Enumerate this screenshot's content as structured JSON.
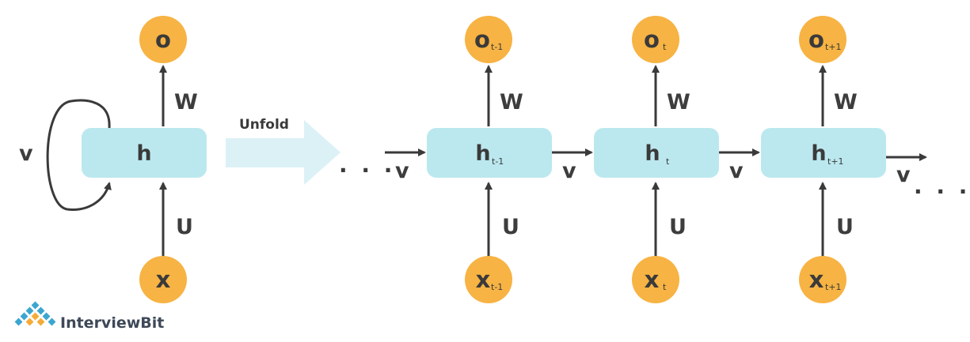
{
  "colors": {
    "output_circle": "#f7b343",
    "input_circle": "#f7b343",
    "hidden_box": "#bbe8ef",
    "arrow": "#3a3a3a",
    "unfold_arrow": "#dcf1f6",
    "logo_blue": "#3ba6cf",
    "logo_orange": "#f5ab37"
  },
  "folded": {
    "output": "o",
    "hidden": "h",
    "input": "x",
    "weight_w": "W",
    "weight_u": "U",
    "weight_v": "v"
  },
  "unfold_label": "Unfold",
  "leading_dots": ". . .",
  "trailing_dots": ". . .",
  "unfolded": [
    {
      "output": "o",
      "output_sub": "t-1",
      "hidden": "h",
      "hidden_sub": "t-1",
      "input": "x",
      "input_sub": "t-1",
      "w": "W",
      "u": "U",
      "v_in": "v"
    },
    {
      "output": "o",
      "output_sub": "t",
      "hidden": "h",
      "hidden_sub": "t",
      "input": "x",
      "input_sub": "t",
      "w": "W",
      "u": "U",
      "v_in": "v"
    },
    {
      "output": "o",
      "output_sub": "t+1",
      "hidden": "h",
      "hidden_sub": "t+1",
      "input": "x",
      "input_sub": "t+1",
      "w": "W",
      "u": "U",
      "v_in": "v"
    }
  ],
  "trailing_v": "v",
  "logo": {
    "text": "InterviewBit",
    "icon": "interviewbit-logo-icon"
  }
}
